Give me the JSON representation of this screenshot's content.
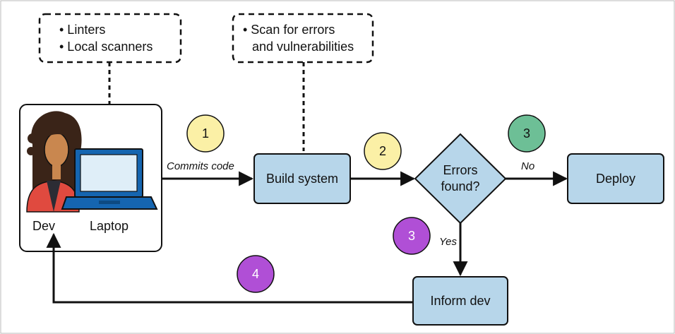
{
  "notes": {
    "local": [
      "• Linters",
      "• Local scanners"
    ],
    "build": [
      "• Scan for errors",
      "and vulnerabilities"
    ]
  },
  "dev_box": {
    "dev_label": "Dev",
    "laptop_label": "Laptop"
  },
  "nodes": {
    "build": "Build system",
    "decision": [
      "Errors",
      "found?"
    ],
    "deploy": "Deploy",
    "inform": "Inform dev"
  },
  "edges": {
    "commit": "Commits code",
    "no": "No",
    "yes": "Yes"
  },
  "steps": [
    {
      "label": "1",
      "color": "#fbf0a6"
    },
    {
      "label": "2",
      "color": "#fbf0a6"
    },
    {
      "label": "3",
      "color": "#6dbf96"
    },
    {
      "label": "3",
      "color": "#b04fd6"
    },
    {
      "label": "4",
      "color": "#b04fd6"
    }
  ],
  "colors": {
    "process_fill": "#b7d6ea",
    "stroke": "#111111"
  }
}
